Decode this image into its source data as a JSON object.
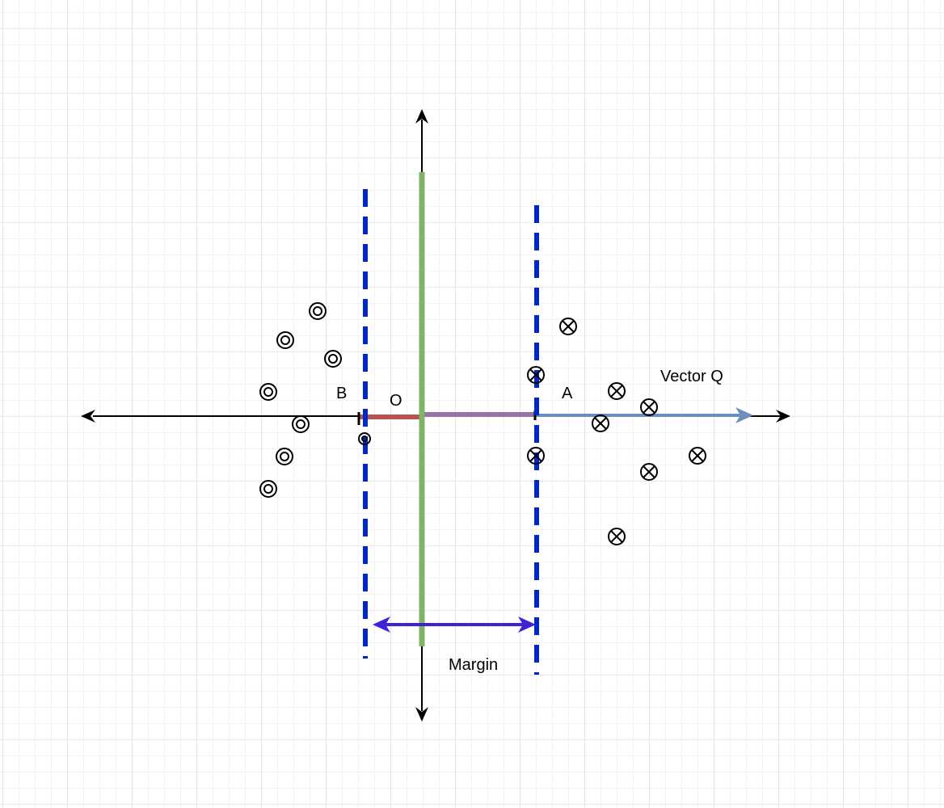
{
  "labels": {
    "b": "B",
    "o": "O",
    "a": "A",
    "vector_q": "Vector Q",
    "margin": "Margin"
  },
  "colors": {
    "axis": "#000000",
    "hyperplane": "#82b366",
    "margin_boundary": "#0027c9",
    "vector_q": "#6c8ebf",
    "segment_ob": "#b85450",
    "segment_oa": "#9673a6",
    "margin_arrow": "#4122d6"
  },
  "symbols": {
    "class_circle": "double-circle-icon",
    "class_cross": "circled-x-icon"
  }
}
